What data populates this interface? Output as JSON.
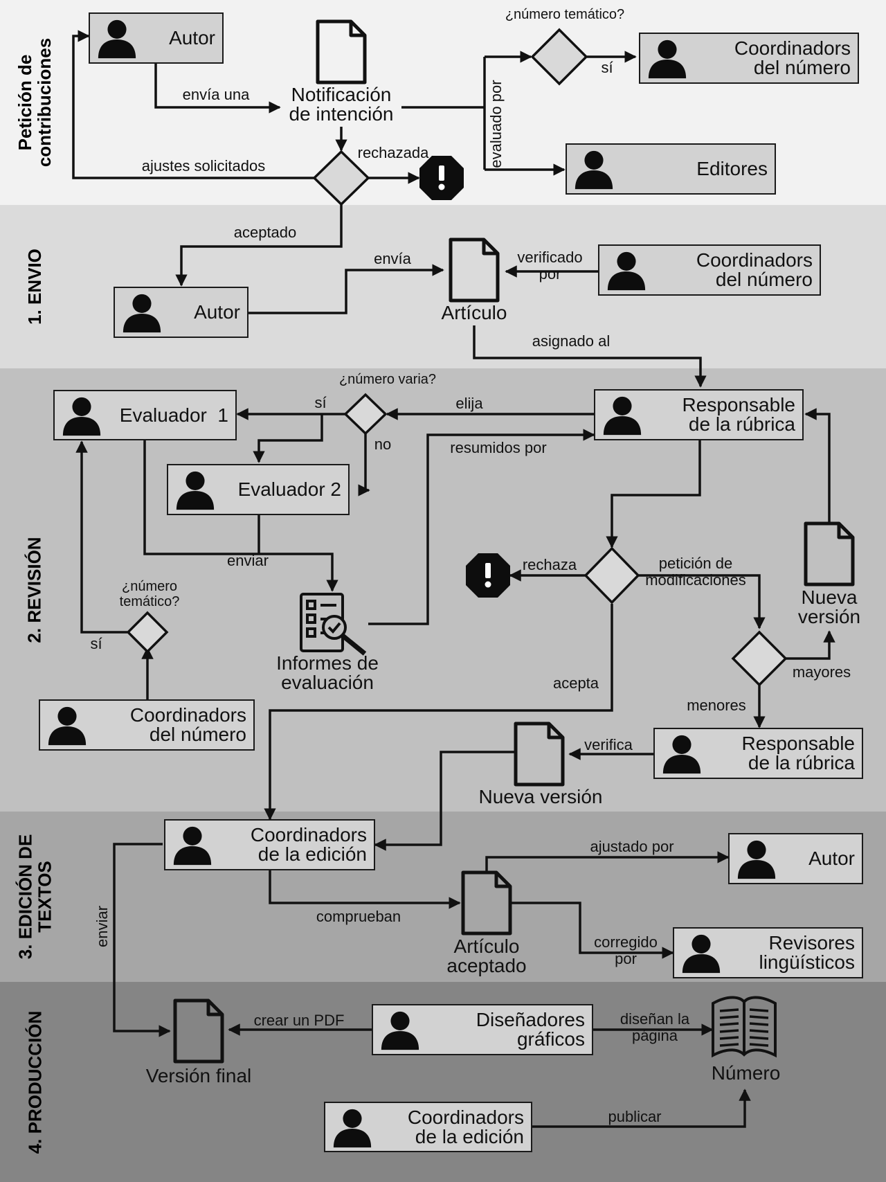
{
  "sections": [
    {
      "id": "peticion",
      "title": "Petición de\ncontribuciones",
      "color": "#f2f2f2"
    },
    {
      "id": "envio",
      "title": "1. ENVIO",
      "color": "#dbdbdb"
    },
    {
      "id": "revision",
      "title": "2. REVISIÓN",
      "color": "#c0c0c0"
    },
    {
      "id": "edicion",
      "title": "3. EDICIÓN DE\nTEXTOS",
      "color": "#a6a6a6"
    },
    {
      "id": "produccion",
      "title": "4. PRODUCCIÓN",
      "color": "#858585"
    }
  ],
  "actors": {
    "autor_peticion": "Autor",
    "coord_numero_peticion": "Coordinadors\ndel número",
    "editores": "Editores",
    "autor_envio": "Autor",
    "coord_numero_envio": "Coordinadors\ndel número",
    "evaluador1": "Evaluador  1",
    "evaluador2": "Evaluador 2",
    "responsable_rubrica": "Responsable\nde la rúbrica",
    "coord_numero_revision": "Coordinadors\ndel número",
    "responsable_rubrica_2": "Responsable\nde la rúbrica",
    "coord_edicion": "Coordinadors\nde la edición",
    "autor_edicion": "Autor",
    "revisores": "Revisores\nlingüísticos",
    "disenadores": "Diseñadores\ngráficos",
    "coord_edicion_2": "Coordinadors\nde la edición"
  },
  "documents": {
    "notificacion": "Notificación\nde intención",
    "articulo": "Artículo",
    "nueva_version_r": "Nueva\nversión",
    "informes": "Informes de\nevaluación",
    "nueva_version_b": "Nueva versión",
    "articulo_aceptado": "Artículo\naceptado",
    "version_final": "Versión final",
    "numero": "Número"
  },
  "questions": {
    "tematico_top": "¿número temático?",
    "numero_varia": "¿número varia?",
    "tematico_rev": "¿número\ntemático?"
  },
  "edges": {
    "envia_una": "envía una",
    "si_tematico": "sí",
    "evaluado_por": "evaluado por",
    "rechazada": "rechazada",
    "ajustes_solicitados": "ajustes solicitados",
    "aceptado": "aceptado",
    "envia": "envía",
    "verificado_por": "verificado\npor",
    "asignado_al": "asignado al",
    "elija": "elija",
    "si_varia": "sí",
    "no_varia": "no",
    "resumidos_por": "resumidos por",
    "enviar_eval": "enviar",
    "si_tematico_rev": "sí",
    "rechaza": "rechaza",
    "peticion_mod": "petición de\nmodificaciones",
    "mayores": "mayores",
    "menores": "menores",
    "acepta": "acepta",
    "verifica": "verifica",
    "ajustado_por": "ajustado por",
    "comprueban": "comprueban",
    "corregido_por": "corregido\npor",
    "enviar_prod": "enviar",
    "crear_pdf": "crear un PDF",
    "disenan_pagina": "diseñan la\npágina",
    "publicar": "publicar"
  }
}
